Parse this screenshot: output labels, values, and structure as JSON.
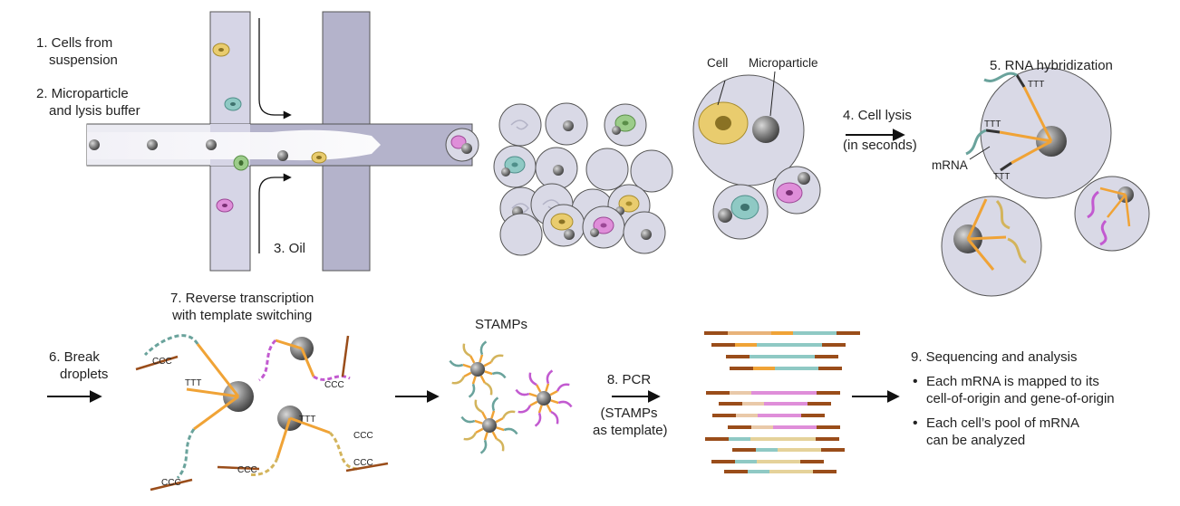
{
  "steps": {
    "s1": [
      "1. Cells from",
      "suspension"
    ],
    "s2": [
      "2. Microparticle",
      "and lysis buffer"
    ],
    "s3": "3. Oil",
    "s4": [
      "4. Cell lysis",
      "(in seconds)"
    ],
    "s5": "5. RNA hybridization",
    "s6": [
      "6. Break",
      "droplets"
    ],
    "s7": [
      "7. Reverse transcription",
      "with template switching"
    ],
    "s8": [
      "8. PCR",
      "(STAMPs",
      "as template)"
    ],
    "s9": "9. Sequencing and analysis"
  },
  "callouts": {
    "cell": "Cell",
    "microparticle": "Microparticle",
    "mrna": "mRNA",
    "stamps": "STAMPs",
    "ttt": "TTT",
    "ccc": "CCC"
  },
  "analysis_bullets": [
    [
      "Each mRNA is mapped to its",
      "cell-of-origin and gene-of-origin"
    ],
    [
      "Each cell’s pool of mRNA",
      "can be analyzed"
    ]
  ],
  "colors": {
    "bead": "#6d6d6d",
    "droplet": "#d9d9e6",
    "channel": "#c9c8da",
    "cell_yellow": "#e9cc6e",
    "cell_teal": "#8fc9c4",
    "cell_green": "#9ccc8a",
    "cell_pink": "#df8ed9",
    "teal_rna": "#6aa39c",
    "pink_rna": "#c25ad0",
    "yellow_rna": "#d3b45c",
    "orange_linker": "#f0a336",
    "brown_cdna": "#9a4d1a"
  }
}
